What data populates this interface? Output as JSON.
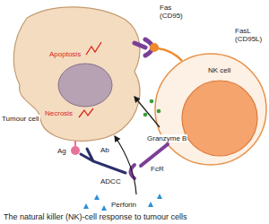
{
  "diagram": {
    "caption": "The natural killer (NK)-cell response to tumour cells",
    "nodes": [
      {
        "text": [
          "Tumour cell"
        ]
      },
      {
        "text": [
          "NK cell"
        ]
      }
    ],
    "labels": [
      "Fas (CD95)",
      "FasL (CD95L)",
      "Apoptosis",
      "Necrosis",
      "Granzyme B",
      "Ag",
      "Ab",
      "ADCC",
      "FcR",
      "Perforin"
    ]
  }
}
